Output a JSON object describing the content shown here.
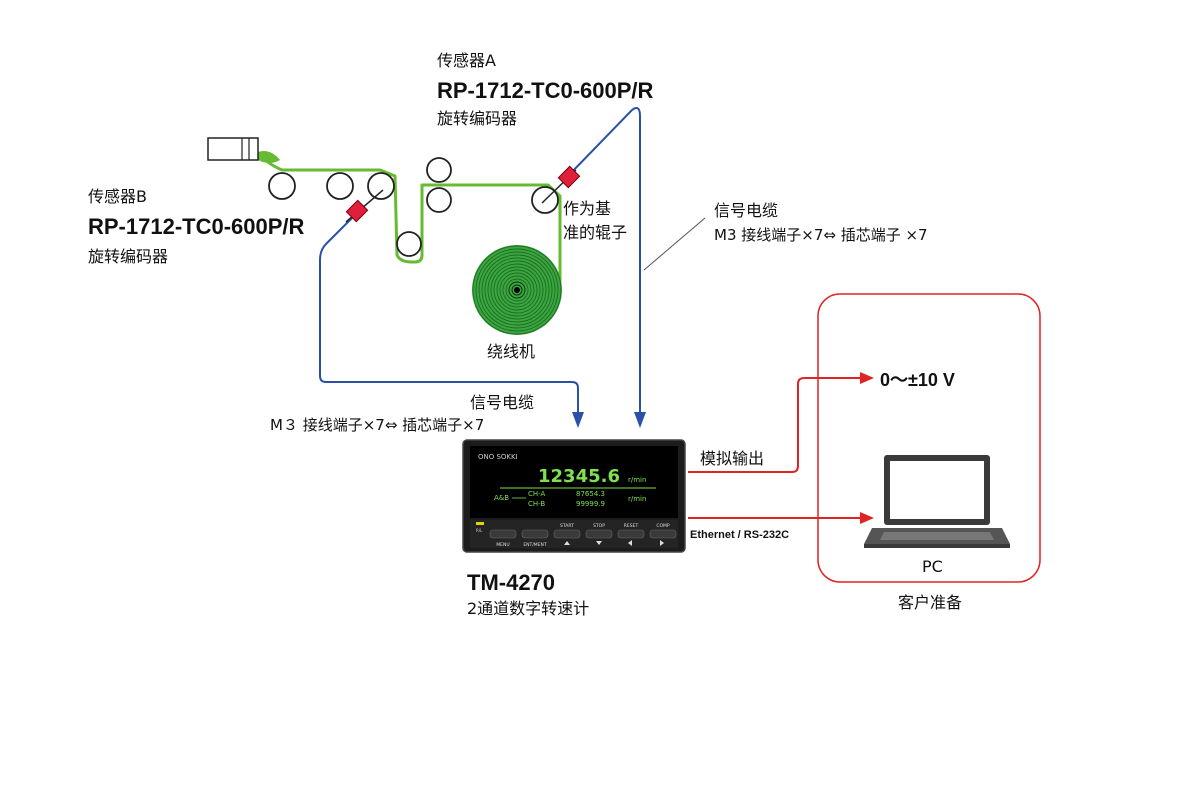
{
  "sensor_a": {
    "heading": "传感器A",
    "model": "RP-1712-TC0-600P/R",
    "desc": "旋转编码器"
  },
  "sensor_b": {
    "heading": "传感器B",
    "model": "RP-1712-TC0-600P/R",
    "desc": "旋转编码器"
  },
  "reference_roller": {
    "line1": "作为基",
    "line2": "准的辊子"
  },
  "winder": {
    "label": "绕线机"
  },
  "cable_right": {
    "title": "信号电缆",
    "spec": "M3 接线端子×7⇔ 插芯端子 ×7"
  },
  "cable_left": {
    "title": "信号电缆",
    "spec": "M３ 接线端子×7⇔ 插芯端子×7"
  },
  "device": {
    "brand": "ONO SOKKI",
    "main_value": "12345.6",
    "main_unit": "r/min",
    "ab_label": "A&B",
    "ch_a_label": "CH-A",
    "ch_a_value": "87654.3",
    "ch_b_label": "CH-B",
    "ch_b_value": "99999.9",
    "ch_unit": "r/min",
    "model": "TM-4270",
    "desc": "2通道数字转速计",
    "buttons_top": [
      "START",
      "STOP",
      "RESET",
      "COMP"
    ],
    "buttons_bottom": [
      "MENU",
      "ENT/MENT"
    ],
    "indicator": "R/L"
  },
  "outputs": {
    "analog_label": "模拟输出",
    "analog_range": "0～±10 V",
    "comm_label": "Ethernet / RS-232C"
  },
  "customer_box": {
    "pc_label": "PC",
    "caption": "客户准备"
  },
  "colors": {
    "material": "#66bb33",
    "cable": "#2a50a8",
    "output": "#e02424",
    "sensor": "#e0203a",
    "display_text": "#7fe050"
  }
}
